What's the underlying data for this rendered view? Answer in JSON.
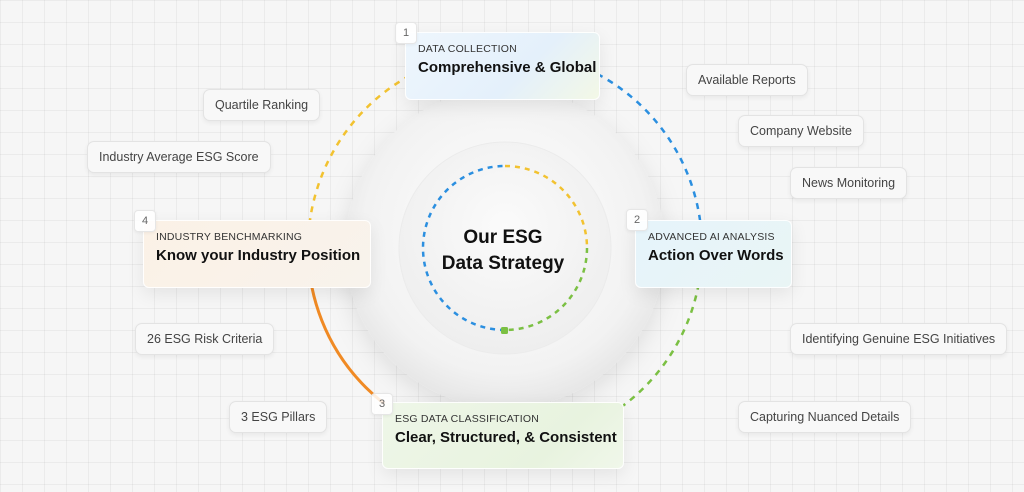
{
  "center": {
    "line1": "Our ESG",
    "line2": "Data Strategy"
  },
  "steps": [
    {
      "number": "1",
      "kicker": "DATA COLLECTION",
      "title": "Comprehensive & Global"
    },
    {
      "number": "2",
      "kicker": "ADVANCED AI ANALYSIS",
      "title": "Action Over Words"
    },
    {
      "number": "3",
      "kicker": "ESG DATA CLASSIFICATION",
      "title": "Clear, Structured, & Consistent"
    },
    {
      "number": "4",
      "kicker": "INDUSTRY BENCHMARKING",
      "title": "Know your Industry Position"
    }
  ],
  "tags": {
    "available_reports": "Available Reports",
    "company_website": "Company Website",
    "news_monitoring": "News Monitoring",
    "genuine_initiatives": "Identifying Genuine ESG Initiatives",
    "nuanced_details": "Capturing Nuanced Details",
    "quartile_ranking": "Quartile Ranking",
    "industry_average": "Industry Average ESG Score",
    "risk_criteria": "26 ESG Risk Criteria",
    "esg_pillars": "3 ESG Pillars"
  },
  "colors": {
    "blue": "#2b8fe0",
    "yellow": "#f2c230",
    "green": "#7bc043",
    "orange": "#f08a24",
    "card_blue": "#eaf4fd",
    "card_cyan": "#e8f5f8",
    "card_green": "#eef6e8",
    "card_orange": "#fbf3ea"
  }
}
